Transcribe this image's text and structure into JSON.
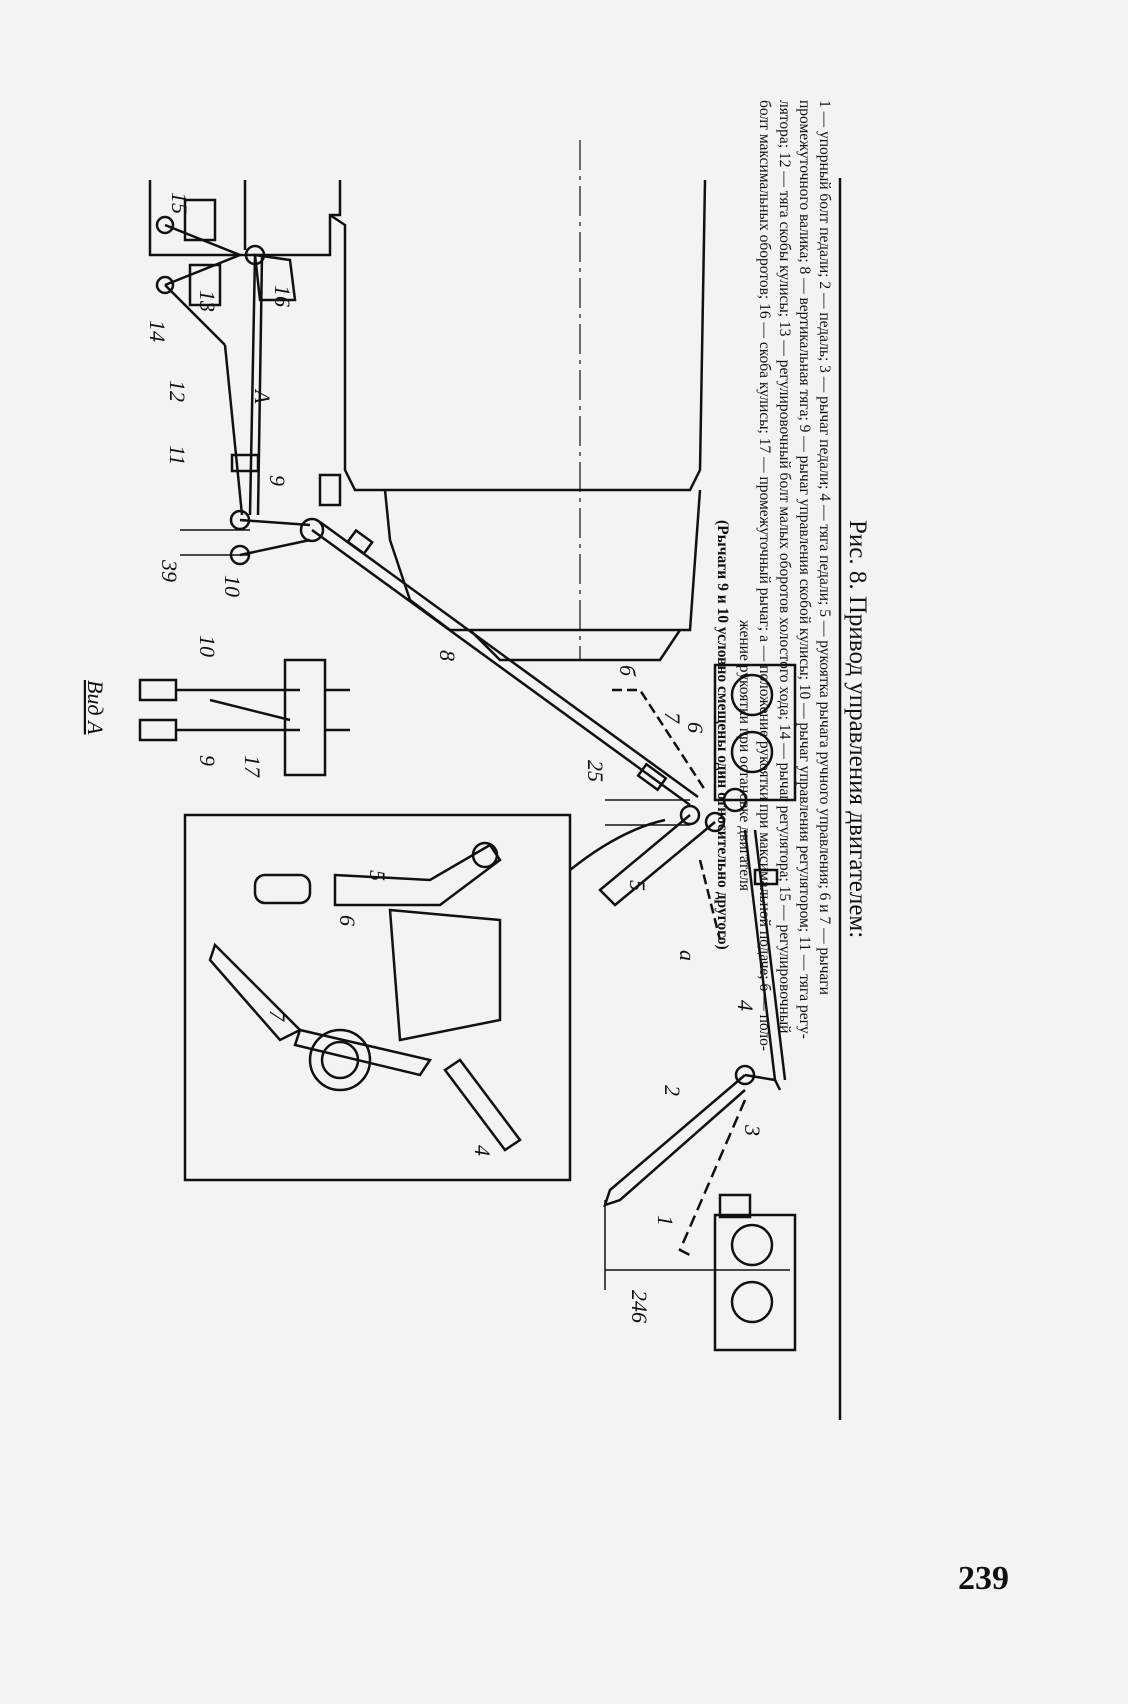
{
  "page_number": "239",
  "figure": {
    "title": "Рис. 8. Привод управления двигателем:",
    "legend_lines": [
      "1 — упорный болт педали; 2 — педаль; 3 — рычаг педали; 4 — тяга педали; 5 — рукоятка рычага ручного управления; 6 и 7 — рычаги",
      "промежуточного валика; 8 — вертикальная тяга; 9 — рычаг управления скобой кулисы; 10 — рычаг управления регулятором; 11 — тяга регу-",
      "лятора; 12 — тяга скобы кулисы; 13 — регулировочный болт малых оборотов холостого хода; 14 — рычаг регулятора; 15 — регулировочный",
      "болт максимальных оборотов; 16 — скоба кулисы; 17 — промежуточный рычаг; а — положение рукоятки при максимальной подаче; б — поло-",
      "жение рукоятки при остановке двигателя"
    ],
    "note": "(Рычаги 9 и 10 условно смещены один относительно другого)",
    "view_label": "Вид А",
    "direction_label": "А",
    "dimensions": [
      "39",
      "25",
      "246"
    ],
    "part_labels": [
      "1",
      "2",
      "3",
      "4",
      "5",
      "6",
      "7",
      "8",
      "9",
      "10",
      "11",
      "12",
      "13",
      "14",
      "15",
      "16",
      "17",
      "а",
      "б"
    ]
  }
}
